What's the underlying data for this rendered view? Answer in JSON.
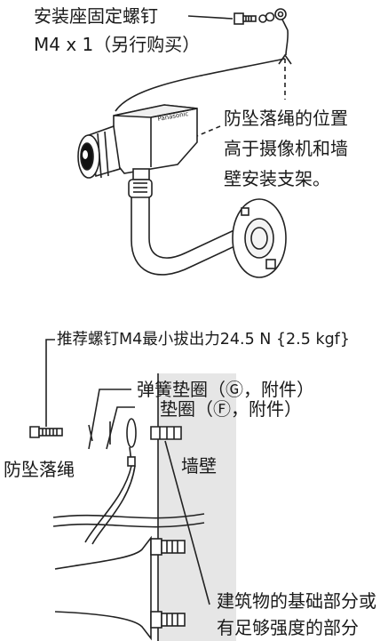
{
  "top": {
    "screw_label_line1": "安装座固定螺钉",
    "screw_label_line2": "M4 x 1（另行购买）",
    "note_line1": "防坠落绳的位置",
    "note_line2": "高于摄像机和墙",
    "note_line3": "壁安装支架。",
    "camera_brand": "Panasonic"
  },
  "bottom": {
    "screw_spec": "推荐螺钉M4最小拔出力24.5 N {2.5 kgf}",
    "spring_washer": "弹簧垫圈（Ⓖ，附件）",
    "washer": "垫圈（Ⓕ，附件）",
    "fall_rope": "防坠落绳",
    "wall": "墙壁",
    "building_line1": "建筑物的基础部分或",
    "building_line2": "有足够强度的部分"
  }
}
